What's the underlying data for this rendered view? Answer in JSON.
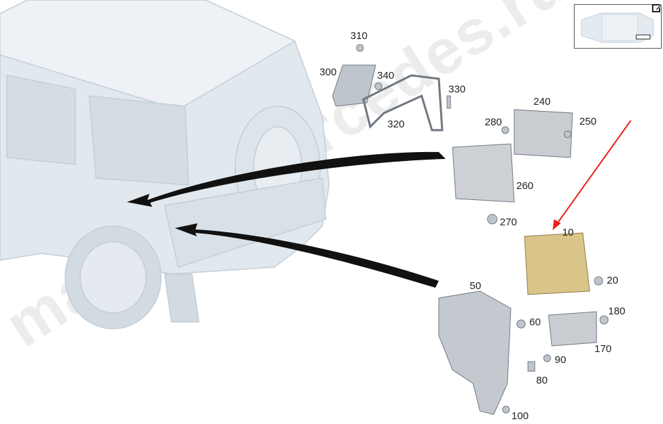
{
  "watermark": "magazinmercedes.ru",
  "colors": {
    "highlight_arrow": "#e8231c",
    "part_highlight": "#d9c58a",
    "vehicle": "#dfe6ec",
    "parts": "#b9bfc6"
  },
  "callouts": [
    {
      "id": "310",
      "label": "310"
    },
    {
      "id": "300",
      "label": "300"
    },
    {
      "id": "340",
      "label": "340"
    },
    {
      "id": "330",
      "label": "330"
    },
    {
      "id": "320",
      "label": "320"
    },
    {
      "id": "240",
      "label": "240"
    },
    {
      "id": "280",
      "label": "280"
    },
    {
      "id": "250",
      "label": "250"
    },
    {
      "id": "260",
      "label": "260"
    },
    {
      "id": "270",
      "label": "270"
    },
    {
      "id": "10",
      "label": "10"
    },
    {
      "id": "20",
      "label": "20"
    },
    {
      "id": "50",
      "label": "50"
    },
    {
      "id": "60",
      "label": "60"
    },
    {
      "id": "180",
      "label": "180"
    },
    {
      "id": "170",
      "label": "170"
    },
    {
      "id": "90",
      "label": "90"
    },
    {
      "id": "80",
      "label": "80"
    },
    {
      "id": "100",
      "label": "100"
    }
  ],
  "thumbnail": {
    "icon": "edit-icon"
  }
}
